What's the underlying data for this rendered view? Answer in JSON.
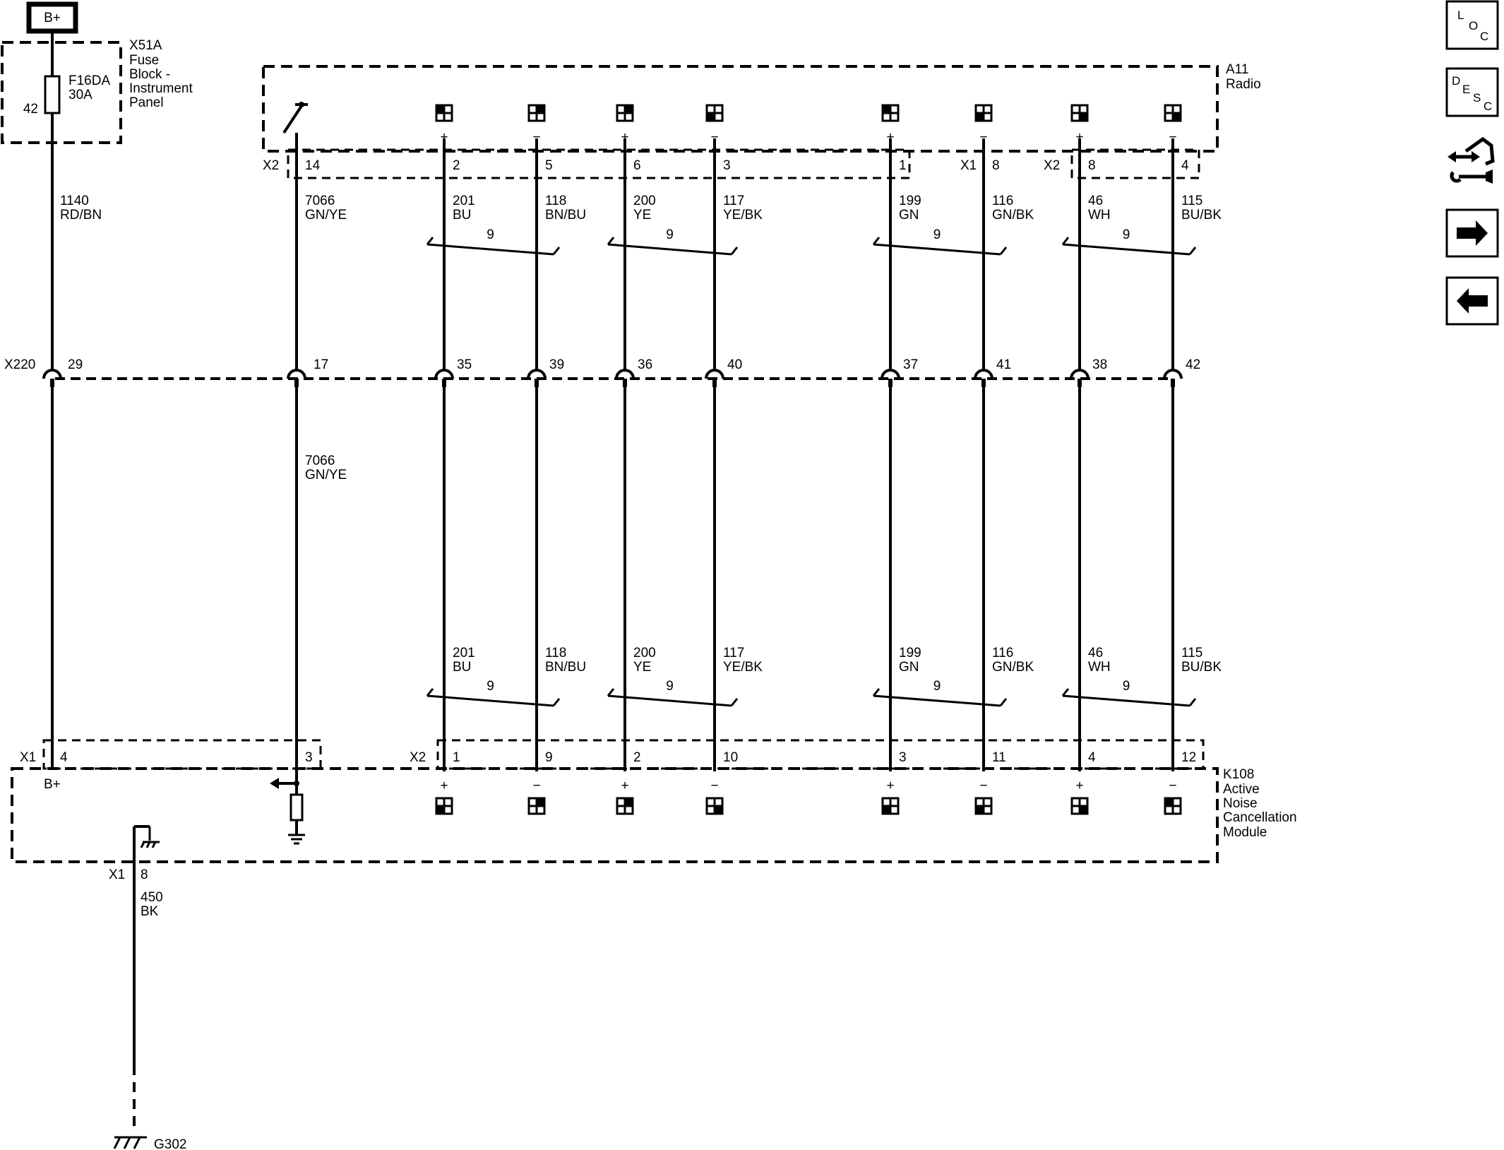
{
  "battery": {
    "label": "B+"
  },
  "fuse_block": {
    "id": "X51A",
    "name_lines": [
      "Fuse",
      "Block -",
      "Instrument",
      "Panel"
    ],
    "fuse_id": "F16DA",
    "fuse_rating": "30A",
    "cavity": "42"
  },
  "radio": {
    "id": "A11",
    "name": "Radio",
    "connector_x2": "X2",
    "connector_x1": "X1",
    "connector_x2b": "X2",
    "signal_pin": "14",
    "pins": [
      "2",
      "5",
      "6",
      "3",
      "1",
      "8",
      "8",
      "4"
    ]
  },
  "power_circuit": {
    "number": "1140",
    "color": "RD/BN"
  },
  "signal_circuit": {
    "number": "7066",
    "color": "GN/YE"
  },
  "inline": {
    "id": "X220",
    "power_pin": "29",
    "signal_pin": "17",
    "pins": [
      "35",
      "39",
      "36",
      "40",
      "37",
      "41",
      "38",
      "42"
    ]
  },
  "channels": [
    {
      "polarity": "+",
      "circuit": "201",
      "color": "BU"
    },
    {
      "polarity": "−",
      "circuit": "118",
      "color": "BN/BU"
    },
    {
      "polarity": "+",
      "circuit": "200",
      "color": "YE"
    },
    {
      "polarity": "−",
      "circuit": "117",
      "color": "YE/BK"
    },
    {
      "polarity": "+",
      "circuit": "199",
      "color": "GN"
    },
    {
      "polarity": "−",
      "circuit": "116",
      "color": "GN/BK"
    },
    {
      "polarity": "+",
      "circuit": "46",
      "color": "WH"
    },
    {
      "polarity": "−",
      "circuit": "115",
      "color": "BU/BK"
    }
  ],
  "twisted_pair_label": "9",
  "module": {
    "id": "K108",
    "name_lines": [
      "Active",
      "Noise",
      "Cancellation",
      "Module"
    ],
    "connector_x1": "X1",
    "connector_x2": "X2",
    "power_pin": "4",
    "power_label": "B+",
    "signal_pin": "3",
    "pins": [
      "1",
      "9",
      "2",
      "10",
      "3",
      "11",
      "4",
      "12"
    ],
    "ground_connector": "X1",
    "ground_pin": "8"
  },
  "ground_circuit": {
    "number": "450",
    "color": "BK"
  },
  "ground": {
    "id": "G302"
  },
  "nav": {
    "loc": [
      "L",
      "O",
      "C"
    ],
    "desc": [
      "D",
      "E",
      "S",
      "C"
    ]
  }
}
